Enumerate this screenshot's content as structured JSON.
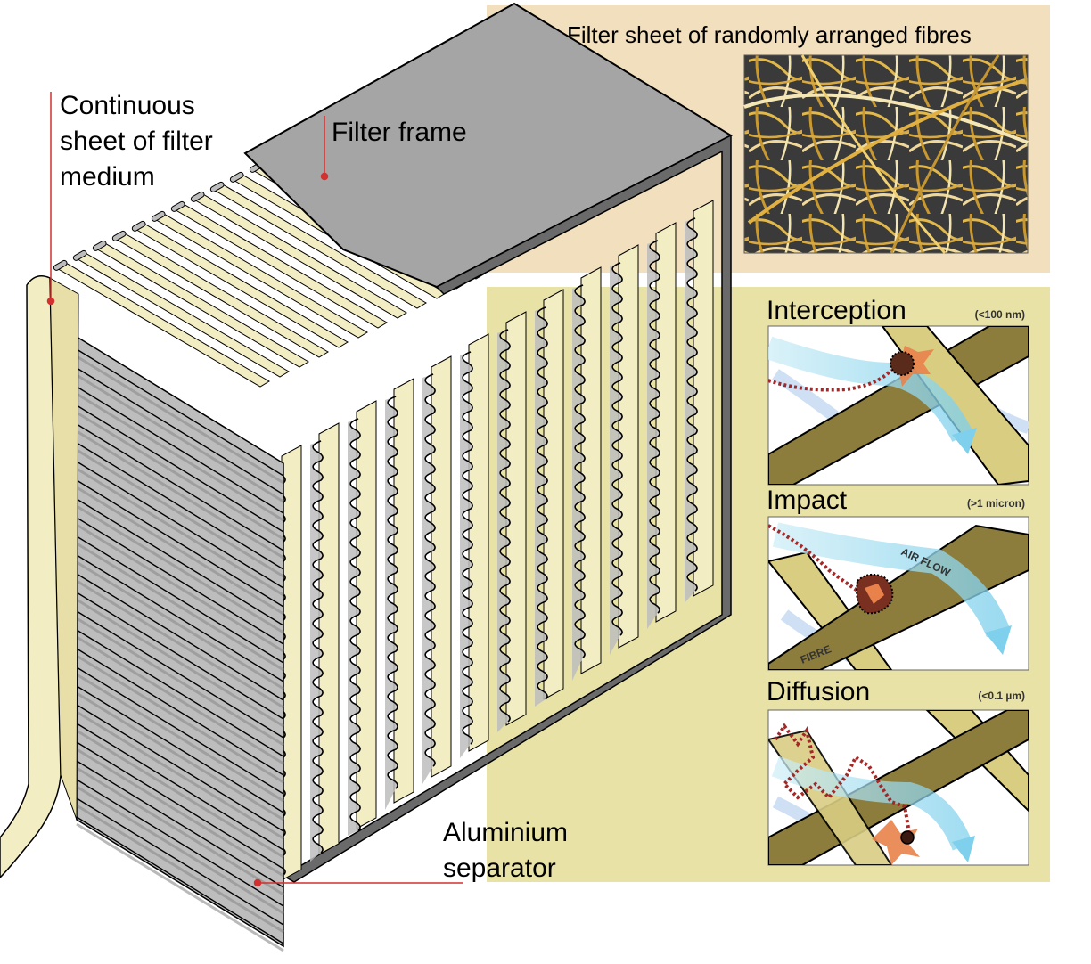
{
  "labels": {
    "continuous_sheet": [
      "Continuous",
      "sheet of filter",
      "medium"
    ],
    "filter_frame": "Filter frame",
    "aluminium_separator": [
      "Aluminium",
      "separator"
    ],
    "fibres_title": "Filter sheet of randomly arranged fibres"
  },
  "mechanisms": [
    {
      "name": "Interception",
      "size": "(<100 nm)"
    },
    {
      "name": "Impact",
      "size": "(>1 micron)"
    },
    {
      "name": "Diffusion",
      "size": "(<0.1 µm)"
    }
  ],
  "annotations": {
    "air_flow": "AIR FLOW",
    "fibre": "FIBRE"
  },
  "colors": {
    "panel_bg": "#f2dfbd",
    "mechanism_bg": "#e8e2a6",
    "filter_medium": "#f3edc4",
    "frame_top": "#a5a5a5",
    "frame_side": "#6a6a6a",
    "separator": "#bdbdbd",
    "fibre_dark": "#8c7d3c",
    "fibre_light": "#d9cd82",
    "leader": "#d33030",
    "particle_trail": "#a52828"
  }
}
